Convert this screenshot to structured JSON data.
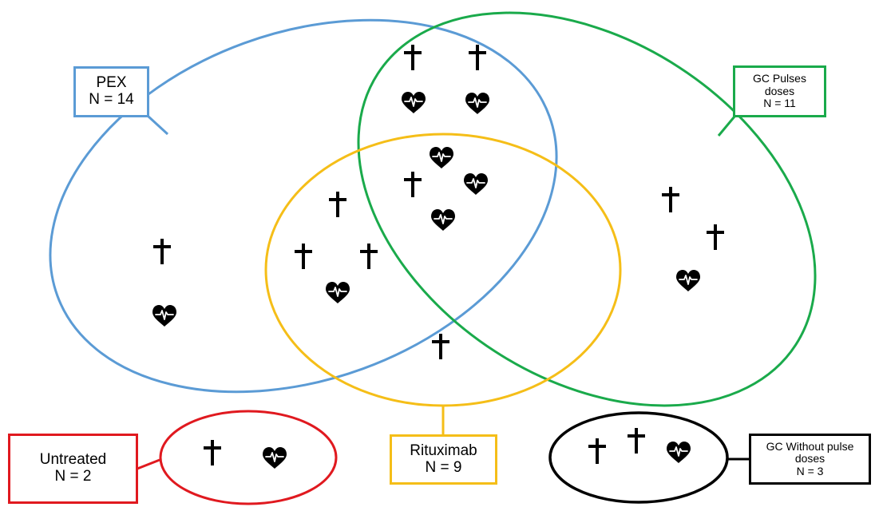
{
  "colors": {
    "pex": "#5B9BD5",
    "gc_pulses": "#1AAA4B",
    "rituximab": "#F5BE18",
    "untreated": "#E0191F",
    "gc_without": "#000000"
  },
  "icons": {
    "death": "cross-icon",
    "alive": "heart-ecg-icon"
  },
  "labels": {
    "pex": {
      "name": "PEX",
      "count": "N = 14"
    },
    "gc_pulses": {
      "name": "GC Pulses doses",
      "count": "N = 11"
    },
    "rituximab": {
      "name": "Rituximab",
      "count": "N = 9"
    },
    "untreated": {
      "name": "Untreated",
      "count": "N = 2"
    },
    "gc_without": {
      "name": "GC Without pulse doses",
      "count": "N = 3"
    }
  },
  "regions": {
    "pex_only": {
      "crosses": 1,
      "hearts": 1
    },
    "pex_gc": {
      "crosses": 2,
      "hearts": 2
    },
    "pex_gc_rtx": {
      "crosses": 1,
      "hearts": 3
    },
    "pex_rtx": {
      "crosses": 3,
      "hearts": 1
    },
    "gc_only": {
      "crosses": 2,
      "hearts": 1
    },
    "rtx_only": {
      "crosses": 1,
      "hearts": 0
    },
    "untreated": {
      "crosses": 1,
      "hearts": 1
    },
    "gc_without": {
      "crosses": 2,
      "hearts": 1
    }
  }
}
